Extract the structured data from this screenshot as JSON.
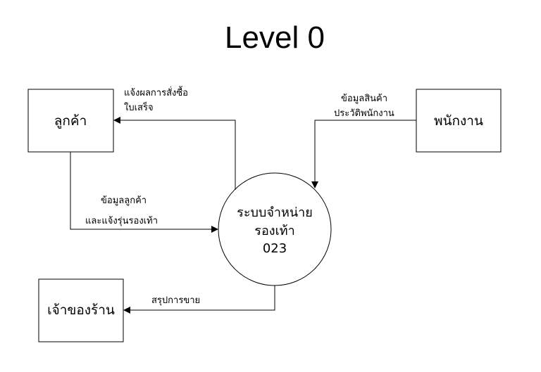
{
  "title": "Level 0",
  "nodes": {
    "customer": "ลูกค้า",
    "employee": "พนักงาน",
    "owner": "เจ้าของร้าน",
    "process": {
      "line1": "ระบบจำหน่าย",
      "line2": "รองเท้า",
      "line3": "023"
    }
  },
  "flows": {
    "to_customer": {
      "line1": "แจ้งผลการสั่งซื้อ",
      "line2": "ใบเสร็จ"
    },
    "from_employee": {
      "line1": "ข้อมูลสินค้า",
      "line2": "ประวัติพนักงาน"
    },
    "from_customer": {
      "line1": "ข้อมูลลูกค้า",
      "line2": "และแจ้งรุ่นรองเท้า"
    },
    "to_owner": {
      "line1": "สรุปการขาย"
    }
  }
}
